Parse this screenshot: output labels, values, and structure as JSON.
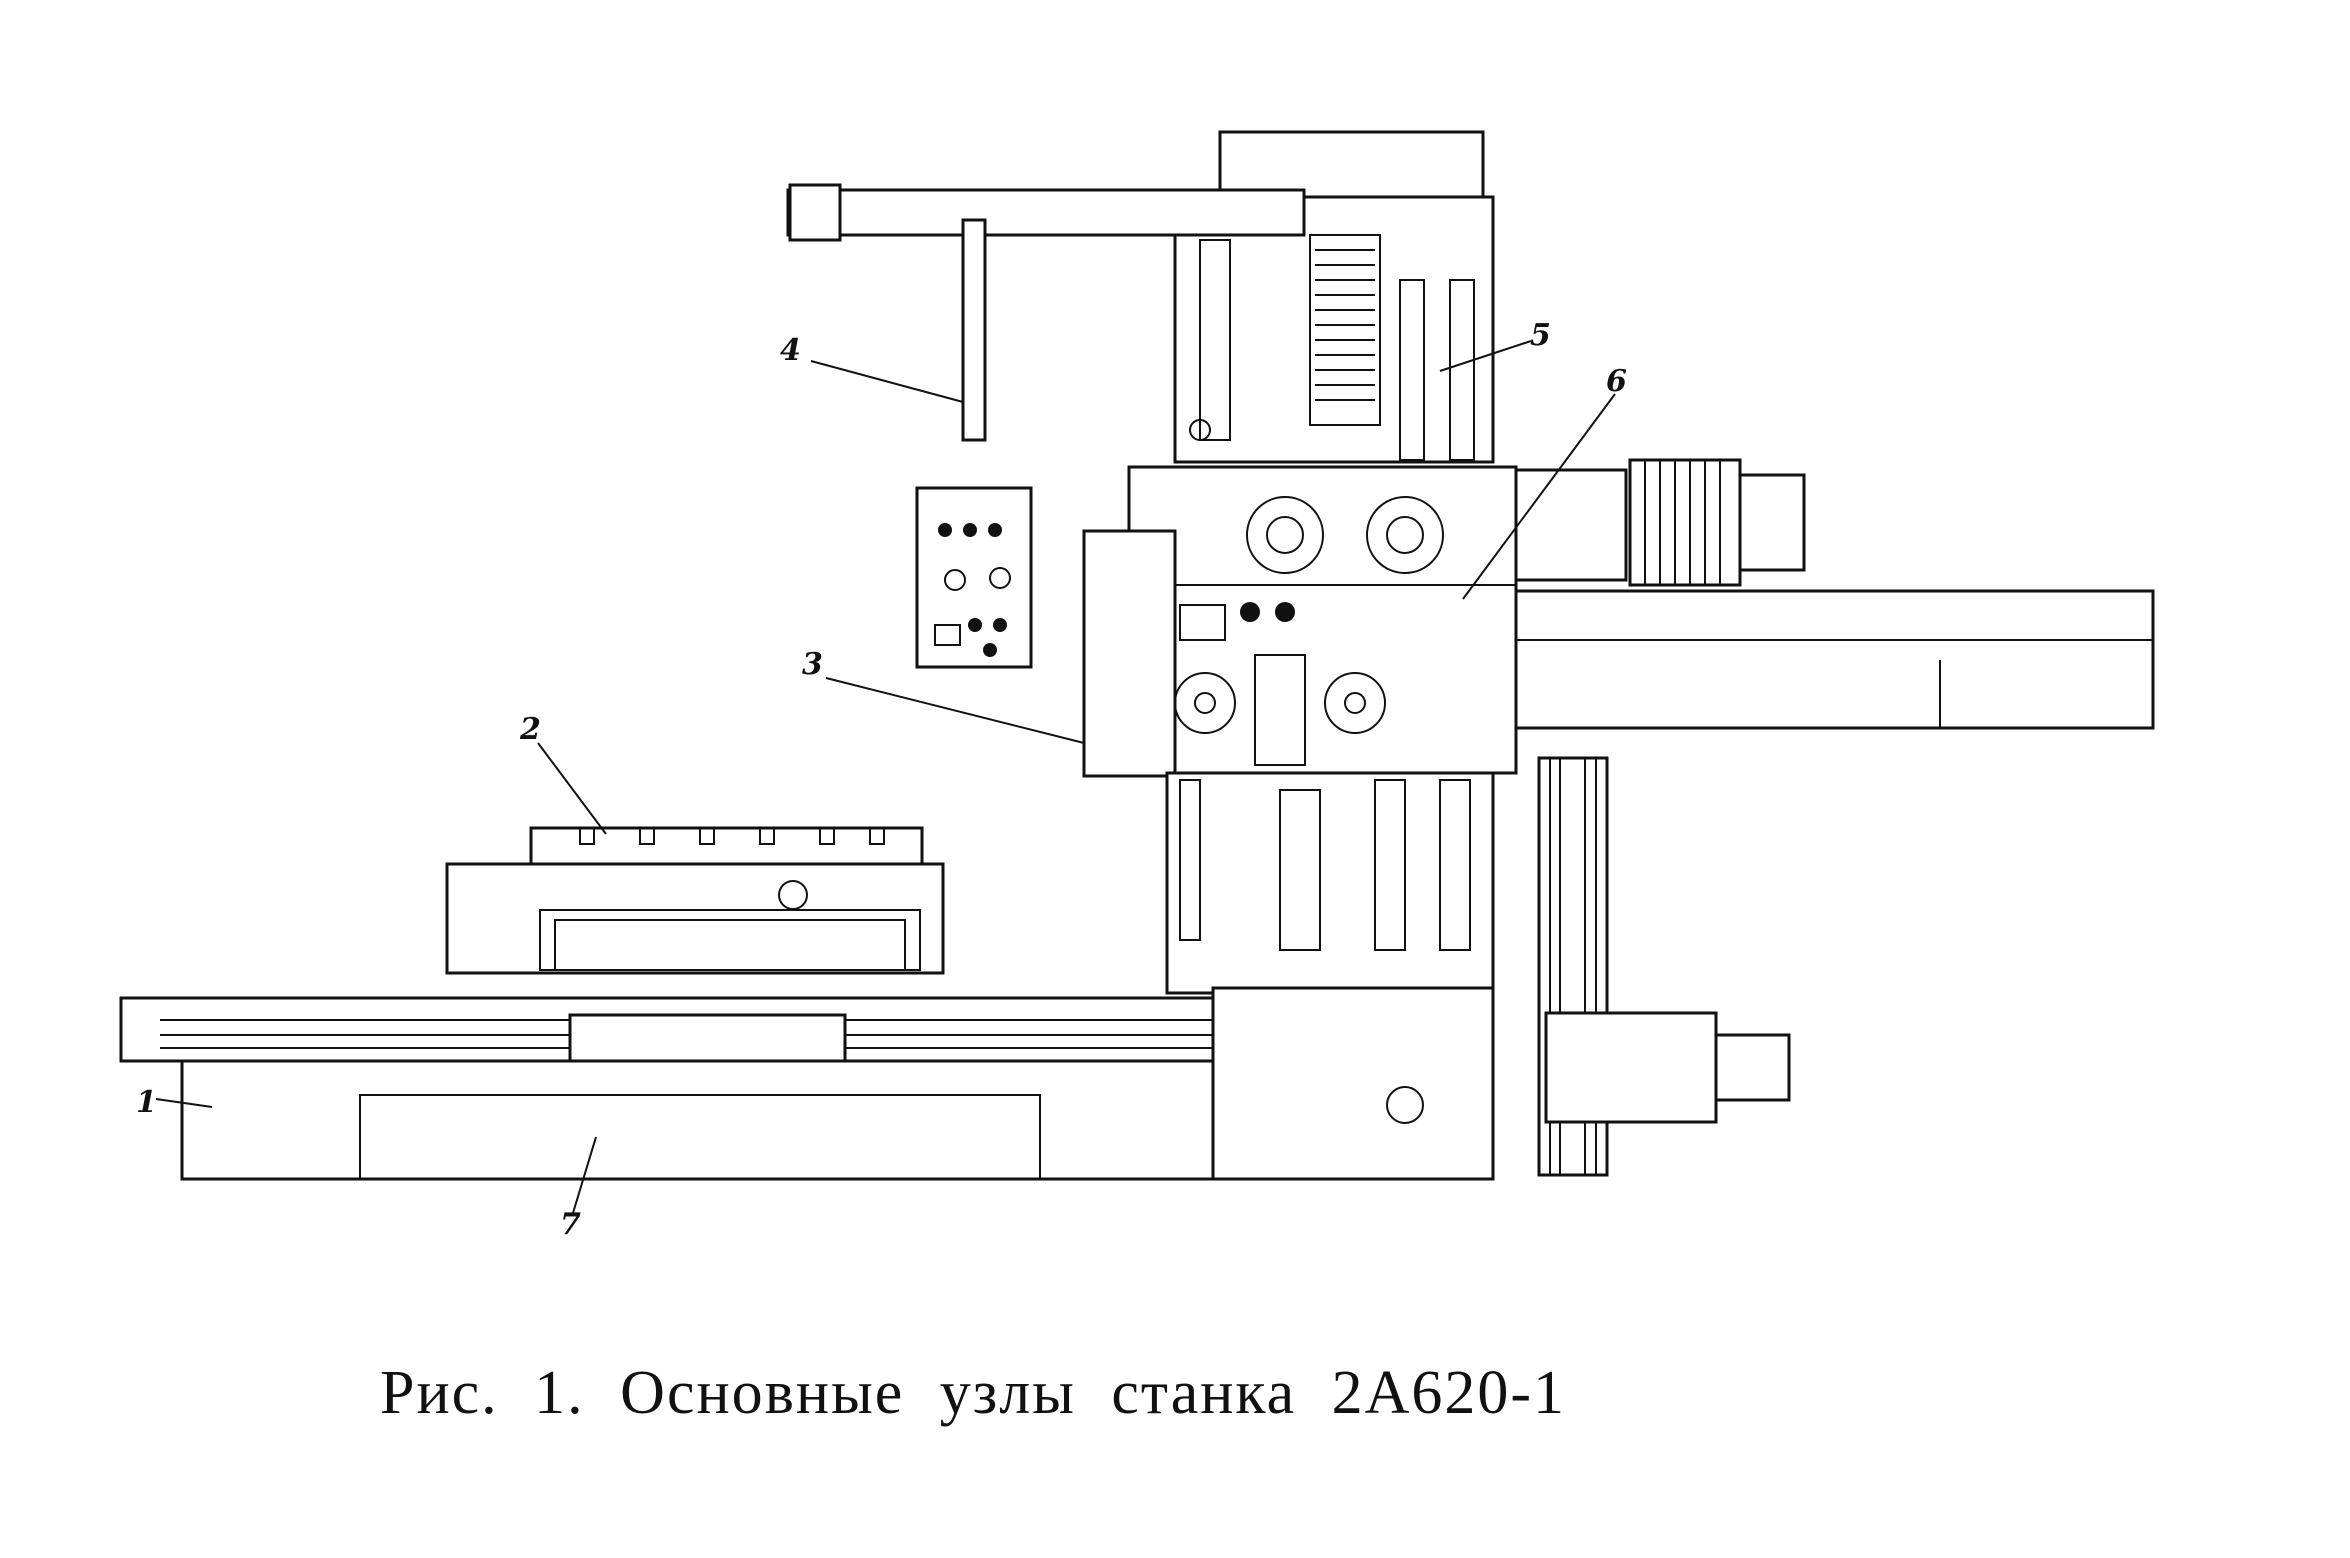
{
  "figure": {
    "caption": "Рис. 1. Основные узлы станка 2А620-1",
    "callouts": [
      "1",
      "2",
      "3",
      "4",
      "5",
      "6",
      "7"
    ]
  }
}
